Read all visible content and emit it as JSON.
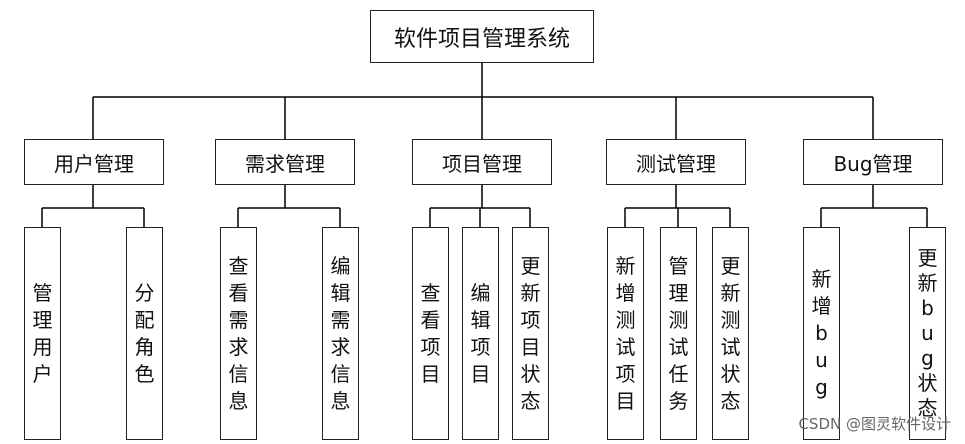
{
  "diagram": {
    "root": {
      "label": "软件项目管理系统"
    },
    "modules": [
      {
        "label": "用户管理",
        "children": [
          "管理用户",
          "分配角色"
        ]
      },
      {
        "label": "需求管理",
        "children": [
          "查看需求信息",
          "编辑需求信息"
        ]
      },
      {
        "label": "项目管理",
        "children": [
          "查看项目",
          "编辑项目",
          "更新项目状态"
        ]
      },
      {
        "label": "测试管理",
        "children": [
          "新增测试项目",
          "管理测试任务",
          "更新测试状态"
        ]
      },
      {
        "label": "Bug管理",
        "children": [
          "新增bug",
          "更新bug状态"
        ]
      }
    ],
    "line_color": "#000000"
  },
  "watermark": "CSDN @图灵软件设计"
}
